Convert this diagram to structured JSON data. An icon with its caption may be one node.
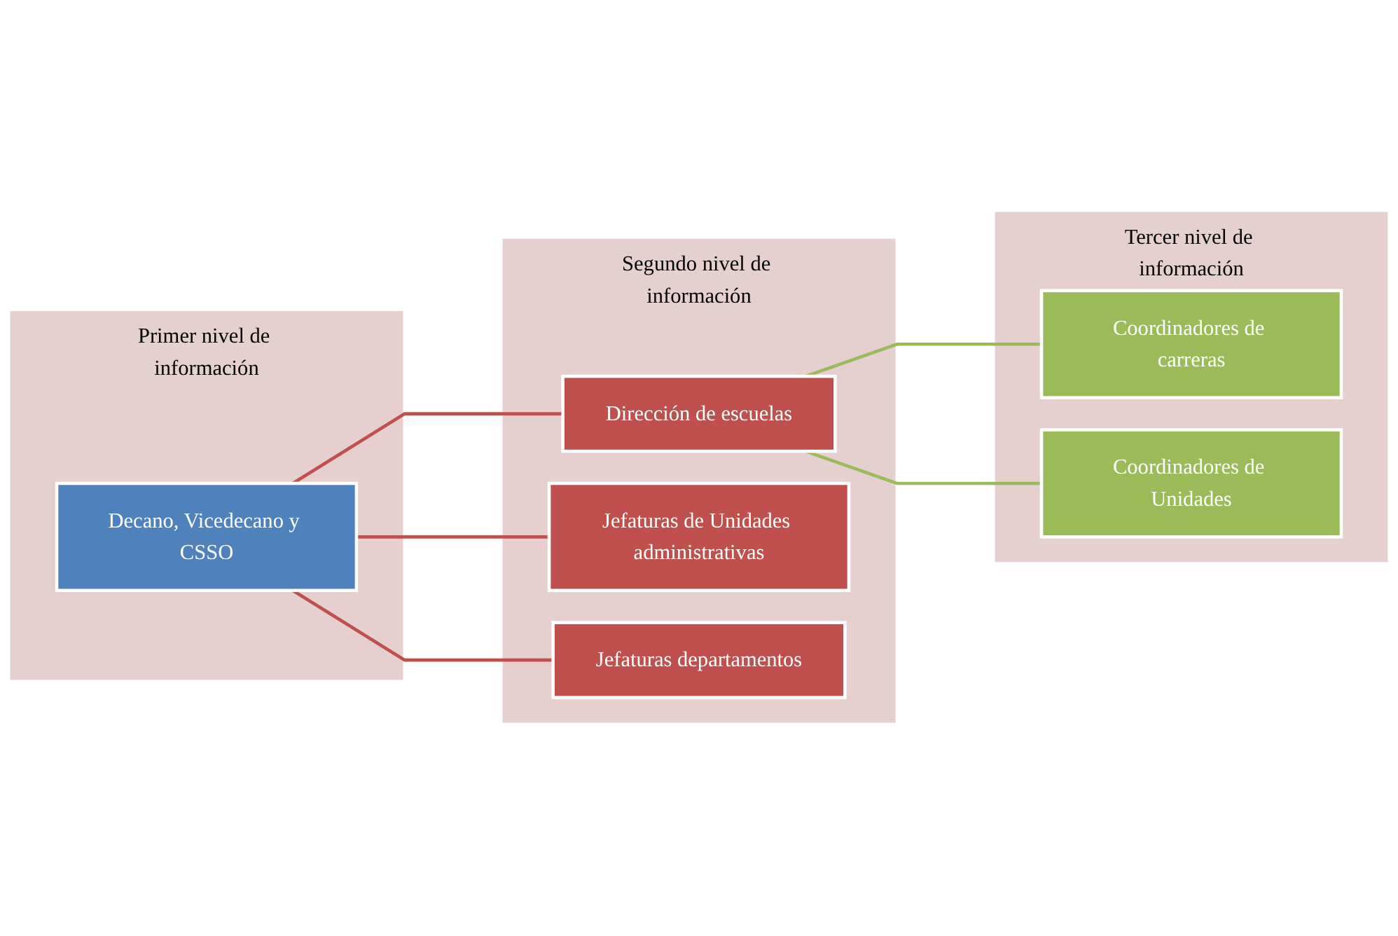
{
  "diagram": {
    "nodes": [
      {
        "text": [
          "Primer nivel de información"
        ]
      },
      {
        "text": [
          "Segundo nivel de información"
        ]
      },
      {
        "text": [
          "Tercer nivel de información"
        ]
      },
      {
        "text": [
          "Decano, Vicedecano y CSSO"
        ],
        "in": 0
      },
      {
        "text": [
          "Dirección de escuelas"
        ],
        "in": 1
      },
      {
        "text": [
          "Jefaturas de Unidades administrativas"
        ],
        "in": 1
      },
      {
        "text": [
          "Jefaturas departamentos"
        ],
        "in": 1
      },
      {
        "text": [
          "Coordinadores de carreras"
        ],
        "in": 2
      },
      {
        "text": [
          "Coordinadores de Unidades"
        ],
        "in": 2
      }
    ],
    "edges": [
      {
        "from": 3,
        "to": 4,
        "arrow": "none"
      },
      {
        "from": 3,
        "to": 5,
        "arrow": "none"
      },
      {
        "from": 3,
        "to": 6,
        "arrow": "none"
      },
      {
        "from": 4,
        "to": 7,
        "arrow": "none",
        "color": "#9bbb59"
      },
      {
        "from": 4,
        "to": 8,
        "arrow": "none",
        "color": "#9bbb59"
      }
    ]
  }
}
